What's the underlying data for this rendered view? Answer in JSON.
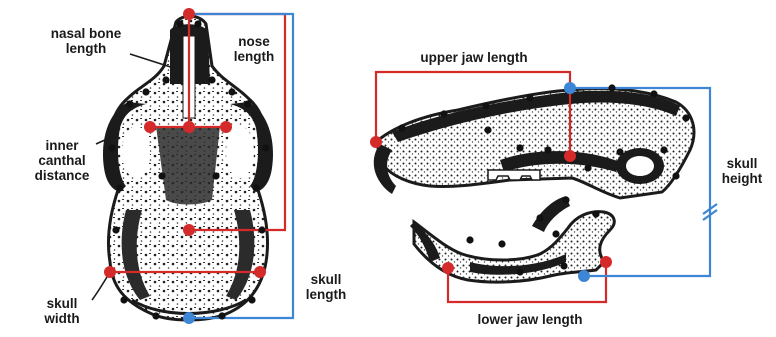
{
  "labels": {
    "nasal_bone_length": [
      "nasal bone",
      "length"
    ],
    "nose_length": [
      "nose",
      "length"
    ],
    "inner_canthal_distance": [
      "inner",
      "canthal",
      "distance"
    ],
    "skull_width": [
      "skull",
      "width"
    ],
    "skull_length": [
      "skull",
      "length"
    ],
    "upper_jaw_length": "upper jaw length",
    "skull_height": [
      "skull",
      "height"
    ],
    "lower_jaw_length": "lower jaw length"
  },
  "colors": {
    "measure_red": "#d42a2a",
    "measure_blue": "#3d86d6",
    "landmark_black": "#111111",
    "bone_ink": "#1b1b1b"
  }
}
